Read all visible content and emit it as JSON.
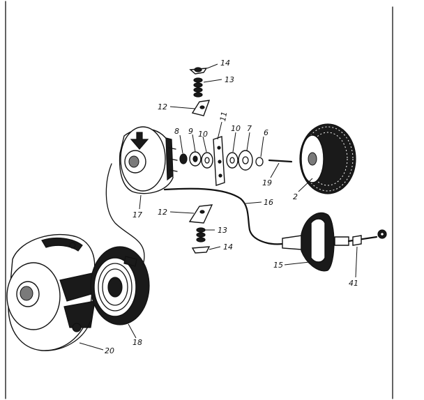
{
  "parts": [
    {
      "id": "p14a",
      "label": "14"
    },
    {
      "id": "p13a",
      "label": "13"
    },
    {
      "id": "p12a",
      "label": "12"
    },
    {
      "id": "p11",
      "label": "11"
    },
    {
      "id": "p8",
      "label": "8"
    },
    {
      "id": "p9",
      "label": "9"
    },
    {
      "id": "p10a",
      "label": "10"
    },
    {
      "id": "p10b",
      "label": "10"
    },
    {
      "id": "p7",
      "label": "7"
    },
    {
      "id": "p6",
      "label": "6"
    },
    {
      "id": "p19",
      "label": "19"
    },
    {
      "id": "p2",
      "label": "2"
    },
    {
      "id": "p16",
      "label": "16"
    },
    {
      "id": "p17",
      "label": "17"
    },
    {
      "id": "p12b",
      "label": "12"
    },
    {
      "id": "p13b",
      "label": "13"
    },
    {
      "id": "p14b",
      "label": "14"
    },
    {
      "id": "p15",
      "label": "15"
    },
    {
      "id": "p41",
      "label": "41"
    },
    {
      "id": "p20",
      "label": "20"
    },
    {
      "id": "p18",
      "label": "18"
    }
  ]
}
